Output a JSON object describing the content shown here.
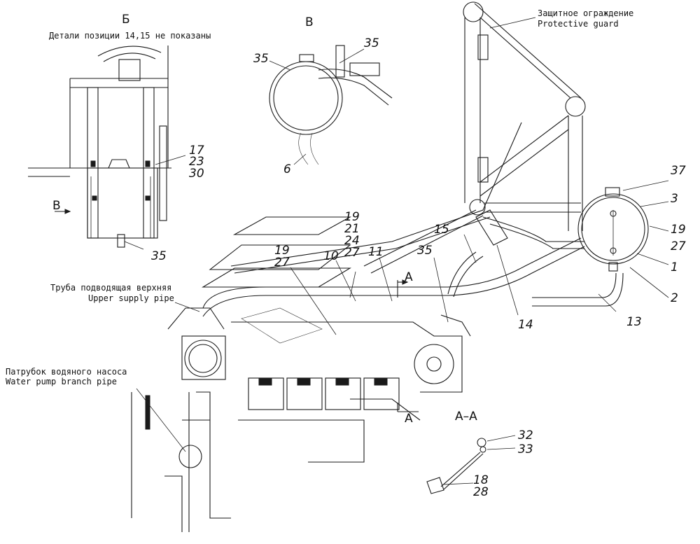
{
  "views": {
    "b_letter": "Б",
    "v_letter": "В",
    "b_note": "Детали позиции 14,15 не показаны",
    "b_arrow": "В",
    "section_top": "А",
    "section_bottom": "А",
    "section_title": "А–А"
  },
  "notes": {
    "guard_ru": "Защитное ограждение",
    "guard_en": "Protective guard",
    "upper_pipe_ru": "Труба подводящая верхняя",
    "upper_pipe_en": "Upper supply pipe",
    "pump_ru": "Патрубок водяного насоса",
    "pump_en": "Water pump branch pipe"
  },
  "callouts": {
    "c17": "17",
    "c23": "23",
    "c30": "30",
    "c35_b": "35",
    "c35_v_left": "35",
    "c35_v_right": "35",
    "c6": "6",
    "c37": "37",
    "c3": "3",
    "c19_r": "19",
    "c27_r": "27",
    "c1": "1",
    "c2": "2",
    "c13": "13",
    "c14": "14",
    "c15": "15",
    "c35_m": "35",
    "c11": "11",
    "c10": "10",
    "c19_a": "19",
    "c27_a": "27",
    "c19_b": "19",
    "c21": "21",
    "c24": "24",
    "c27_b": "27",
    "c32": "32",
    "c33": "33",
    "c18": "18",
    "c28": "28"
  }
}
